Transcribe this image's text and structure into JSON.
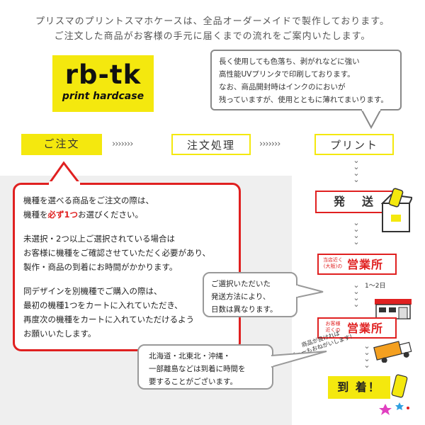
{
  "header": {
    "line1": "プリスマのプリントスマホケースは、全品オーダーメイドで製作しております。",
    "line2": "ご注文した商品がお客様の手元に届くまでの流れをご案内いたします。"
  },
  "logo": {
    "main": "rb-tk",
    "sub": "print hardcase"
  },
  "quality_note": {
    "lines": [
      "長く使用しても色落ち、剥がれなどに強い",
      "高性能UVプリンタで印刷しております。",
      "なお、商品開封時はインクのにおいが",
      "残っていますが、使用とともに薄れてまいります。"
    ]
  },
  "flow": {
    "step1": "ご注文",
    "step2": "注文処理",
    "step3": "プリント",
    "arrows": "›››››››",
    "ship": "発　送",
    "office_osaka_tag": "当店近く(大阪)の",
    "office_osaka_tag1": "当店近く",
    "office_osaka_tag2": "(大阪)の",
    "office_label": "営業所",
    "transit": "1〜2日",
    "office_customer_tag1": "お客様",
    "office_customer_tag2": "近くの",
    "review_line1": "商品が良ければ",
    "review_line2": "レビューもおねがいします！",
    "arrive": "到 着！"
  },
  "caution": {
    "p1_l1": "機種を選べる商品をご注文の際は、",
    "p1_l2a": "機種を",
    "p1_l2b": "必ず1つ",
    "p1_l2c": "お選びください。",
    "p2_l1": "未選択・2つ以上ご選択されている場合は",
    "p2_l2": "お客様に機種をご確認させていただく必要があり、",
    "p2_l3": "製作・商品の到着にお時間がかかります。",
    "p3_l1": "同デザインを別機種でご購入の際は、",
    "p3_l2": "最初の機種1つをカートに入れていただき、",
    "p3_l3": "再度次の機種をカートに入れていただけるよう",
    "p3_l4": "お願いいたします。"
  },
  "shipping_note": {
    "l1": "ご選択いただいた",
    "l2": "発送方法により、",
    "l3": "日数は異なります。"
  },
  "remote_note": {
    "l1": "北海道・北東北・沖縄・",
    "l2": "一部離島などは到着に時間を",
    "l3": "要することがございます。"
  },
  "colors": {
    "yellow": "#f4e80e",
    "red": "#e02020",
    "gray_bg": "#efefef"
  }
}
